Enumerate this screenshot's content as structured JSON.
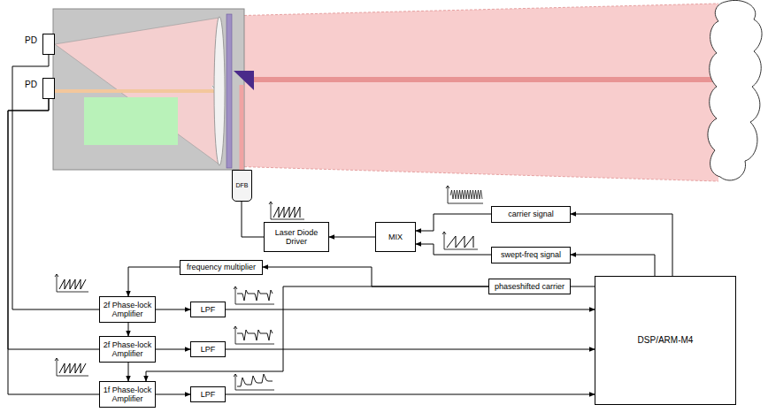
{
  "diagram": {
    "nodes": [
      {
        "text": [
          "PD"
        ]
      },
      {
        "text": [
          "PD"
        ]
      },
      {
        "text": [
          "DFB"
        ]
      },
      {
        "text": [
          "Laser Diode Driver"
        ]
      },
      {
        "text": [
          "MIX"
        ]
      },
      {
        "text": [
          "carrier signal"
        ]
      },
      {
        "text": [
          "swept-freq signal"
        ]
      },
      {
        "text": [
          "frequency multiplier"
        ]
      },
      {
        "text": [
          "phaseshifted carrier"
        ]
      },
      {
        "text": [
          "2f Phase-lock Amplifier"
        ]
      },
      {
        "text": [
          "LPF"
        ]
      },
      {
        "text": [
          "2f Phase-lock Amplifier"
        ]
      },
      {
        "text": [
          "LPF"
        ]
      },
      {
        "text": [
          "1f Phase-lock Amplifier"
        ]
      },
      {
        "text": [
          "LPF"
        ]
      },
      {
        "text": [
          "DSP/ARM-M4"
        ]
      }
    ],
    "edges": [
      {
        "from": 0,
        "to": 9,
        "arrow": "none"
      },
      {
        "from": 1,
        "to": 11,
        "arrow": "none"
      },
      {
        "from": 1,
        "to": 13,
        "arrow": "none"
      },
      {
        "from": 3,
        "to": 2,
        "arrow": "none"
      },
      {
        "from": 4,
        "to": 3,
        "arrow": "to"
      },
      {
        "from": 5,
        "to": 4,
        "arrow": "to"
      },
      {
        "from": 6,
        "to": 4,
        "arrow": "to"
      },
      {
        "from": 15,
        "to": 5,
        "arrow": "to"
      },
      {
        "from": 15,
        "to": 6,
        "arrow": "to"
      },
      {
        "from": 15,
        "to": 8,
        "arrow": "none"
      },
      {
        "from": 8,
        "to": 7,
        "arrow": "to"
      },
      {
        "from": 8,
        "to": 13,
        "arrow": "to"
      },
      {
        "from": 7,
        "to": 9,
        "arrow": "to"
      },
      {
        "from": 9,
        "to": 11,
        "arrow": "to"
      },
      {
        "from": 11,
        "to": 13,
        "arrow": "to"
      },
      {
        "from": 9,
        "to": 10,
        "arrow": "to"
      },
      {
        "from": 10,
        "to": 15,
        "arrow": "to"
      },
      {
        "from": 11,
        "to": 12,
        "arrow": "to"
      },
      {
        "from": 12,
        "to": 15,
        "arrow": "to"
      },
      {
        "from": 13,
        "to": 14,
        "arrow": "to"
      },
      {
        "from": 14,
        "to": 15,
        "arrow": "to"
      }
    ]
  }
}
